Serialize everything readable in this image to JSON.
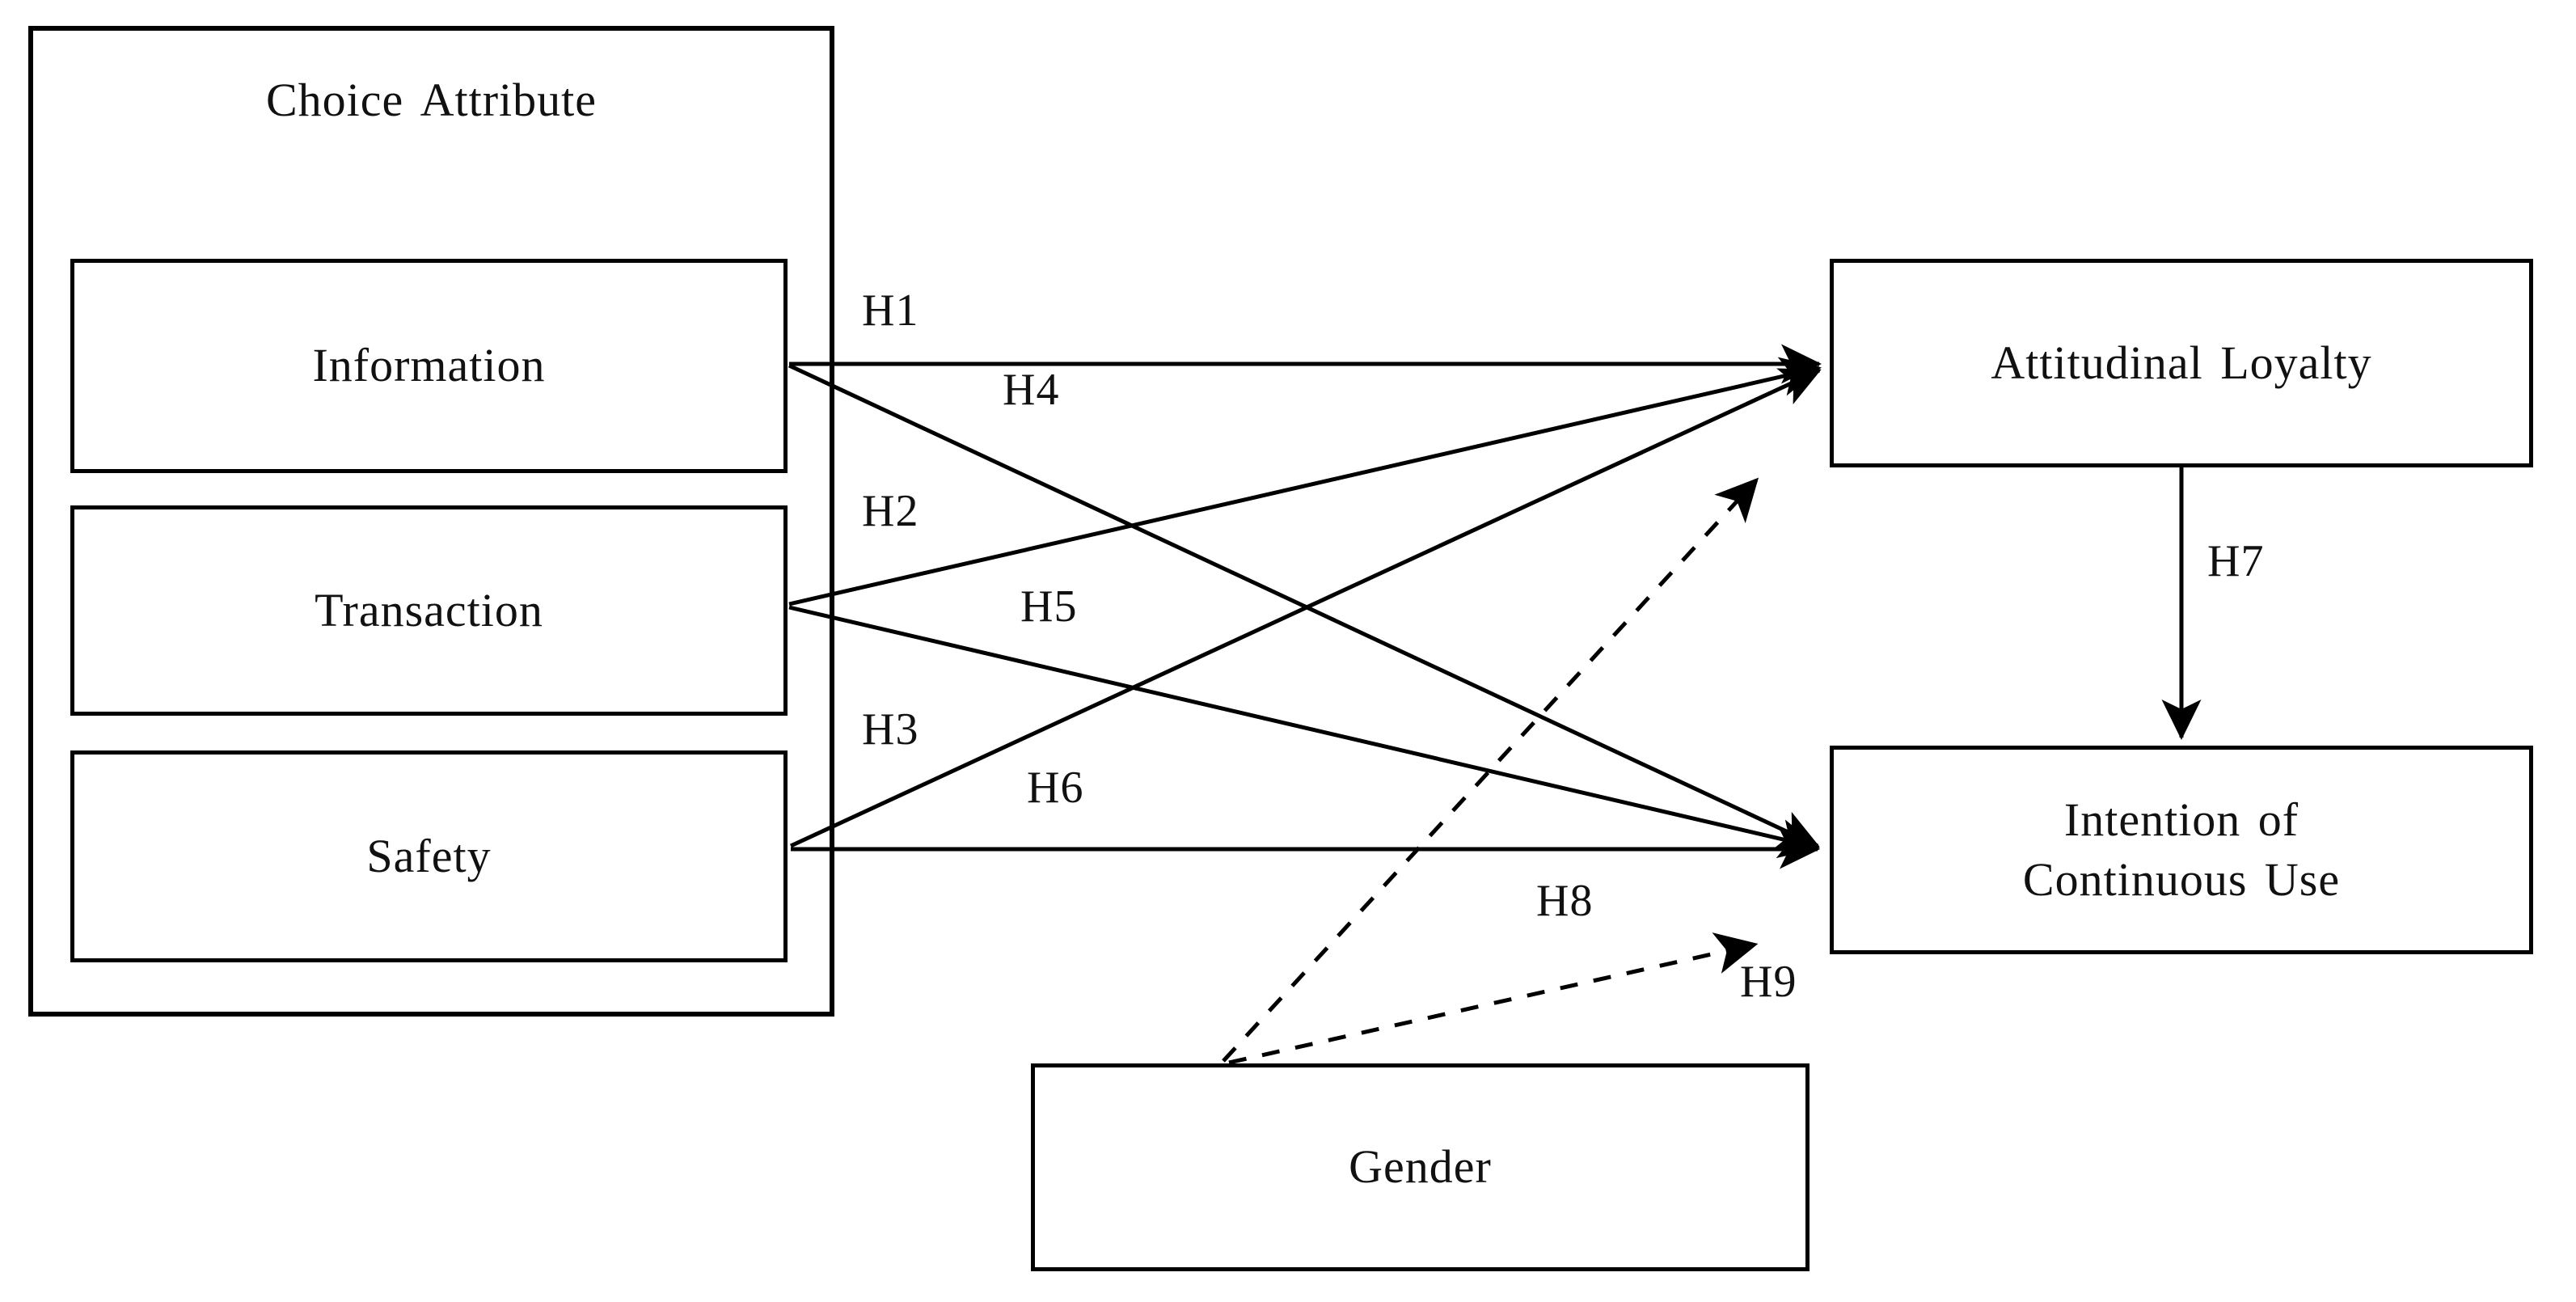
{
  "diagram": {
    "type": "research-model",
    "title_visible": false,
    "nodes": {
      "group": {
        "label": "Choice Attribute"
      },
      "information": {
        "label": "Information"
      },
      "transaction": {
        "label": "Transaction"
      },
      "safety": {
        "label": "Safety"
      },
      "attitudinal_loyalty": {
        "label": "Attitudinal  Loyalty"
      },
      "intention": {
        "label": "Intention  of\nContinuous  Use"
      },
      "gender": {
        "label": "Gender"
      }
    },
    "hypotheses": [
      {
        "id": "H1",
        "label": "H1",
        "from": "Information",
        "to": "Attitudinal Loyalty",
        "style": "solid"
      },
      {
        "id": "H2",
        "label": "H2",
        "from": "Transaction",
        "to": "Attitudinal Loyalty",
        "style": "solid"
      },
      {
        "id": "H3",
        "label": "H3",
        "from": "Safety",
        "to": "Attitudinal Loyalty",
        "style": "solid"
      },
      {
        "id": "H4",
        "label": "H4",
        "from": "Information",
        "to": "Intention of Continuous Use",
        "style": "solid"
      },
      {
        "id": "H5",
        "label": "H5",
        "from": "Transaction",
        "to": "Intention of Continuous Use",
        "style": "solid"
      },
      {
        "id": "H6",
        "label": "H6",
        "from": "Safety",
        "to": "Intention of Continuous Use",
        "style": "solid"
      },
      {
        "id": "H7",
        "label": "H7",
        "from": "Attitudinal Loyalty",
        "to": "Intention of Continuous Use",
        "style": "solid"
      },
      {
        "id": "H8",
        "label": "H8",
        "from": "Gender",
        "to": "Attitudinal Loyalty",
        "style": "dashed"
      },
      {
        "id": "H9",
        "label": "H9",
        "from": "Gender",
        "to": "Intention of Continuous Use",
        "style": "dashed"
      }
    ],
    "colors": {
      "stroke": "#000000",
      "text": "#111111",
      "background": "#ffffff"
    }
  }
}
